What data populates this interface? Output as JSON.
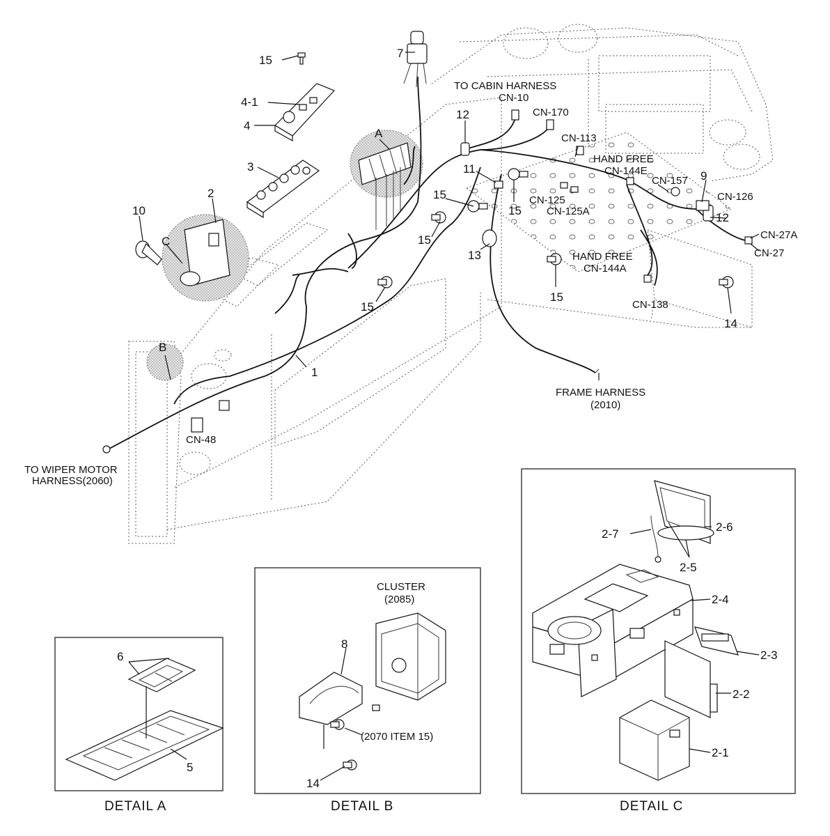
{
  "labels": {
    "l15_top": "15",
    "l7": "7",
    "l4_1": "4-1",
    "l4": "4",
    "l3": "3",
    "l2": "2",
    "l10": "10",
    "lC": "C",
    "lA": "A",
    "lB": "B",
    "l12a": "12",
    "l12b": "12",
    "l11": "11",
    "l9": "9",
    "l15a": "15",
    "l15b": "15",
    "l15c": "15",
    "l15d": "15",
    "l15e": "15",
    "l13": "13",
    "l14": "14",
    "l1": "1",
    "cabin_harness": "TO CABIN HARNESS",
    "cn10": "CN-10",
    "cn170": "CN-170",
    "cn113": "CN-113",
    "hand_free_e": "HAND FREE",
    "cn144e": "CN-144E",
    "cn157": "CN-157",
    "cn126": "CN-126",
    "cn125": "CN-125",
    "cn125a": "CN-125A",
    "cn27a": "CN-27A",
    "cn27": "CN-27",
    "hand_free_a": "HAND FREE",
    "cn144a": "CN-144A",
    "cn138": "CN-138",
    "frame_harness": "FRAME HARNESS",
    "frame_harness_no": "(2010)",
    "cn48": "CN-48",
    "wiper_1": "TO WIPER MOTOR",
    "wiper_2": "HARNESS(2060)"
  },
  "detail_a": {
    "caption": "DETAIL  A",
    "l6": "6",
    "l5": "5"
  },
  "detail_b": {
    "caption": "DETAIL  B",
    "cluster": "CLUSTER",
    "cluster_no": "(2085)",
    "l8": "8",
    "item15": "(2070 ITEM 15)",
    "l14": "14"
  },
  "detail_c": {
    "caption": "DETAIL C",
    "l2_7": "2-7",
    "l2_6": "2-6",
    "l2_5": "2-5",
    "l2_4": "2-4",
    "l2_3": "2-3",
    "l2_2": "2-2",
    "l2_1": "2-1"
  }
}
